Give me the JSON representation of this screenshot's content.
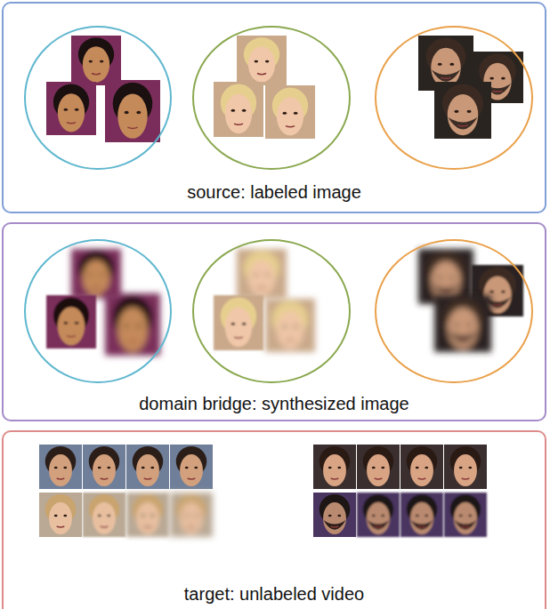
{
  "diagram": {
    "nodes": [
      {
        "text": [
          "source: labeled image"
        ]
      },
      {
        "text": [
          "domain bridge: synthesized image"
        ]
      },
      {
        "text": [
          "target: unlabeled video"
        ]
      }
    ]
  }
}
